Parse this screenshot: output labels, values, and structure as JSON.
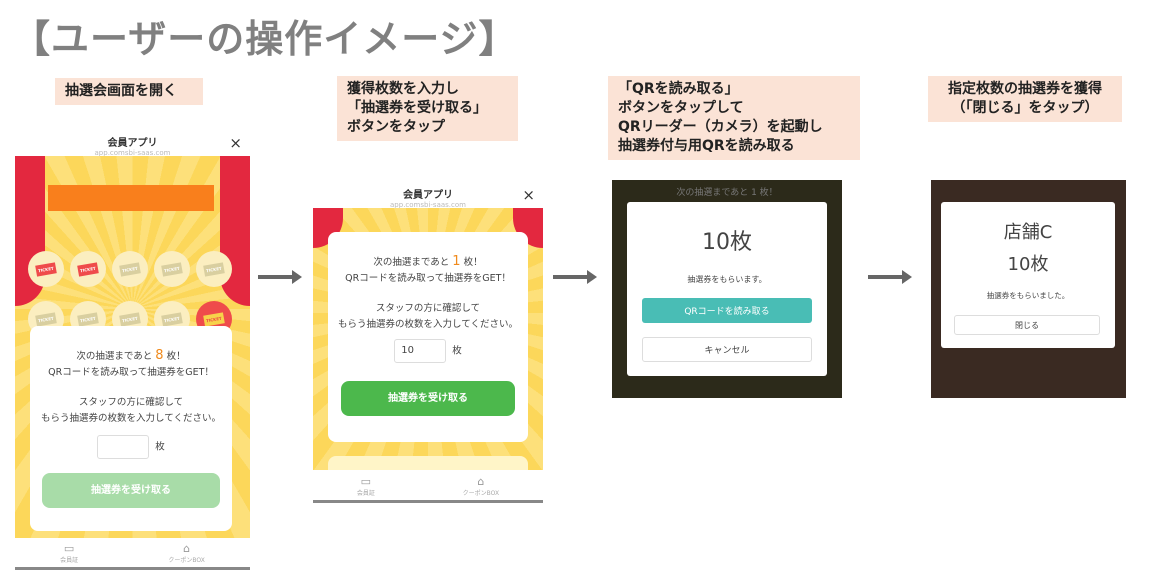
{
  "title": "【ユーザーの操作イメージ】",
  "steps": [
    {
      "label_lines": [
        "抽選会画面を開く"
      ]
    },
    {
      "label_lines": [
        "獲得枚数を入力し",
        "「抽選券を受け取る」",
        "ボタンをタップ"
      ]
    },
    {
      "label_lines": [
        "「QRを読み取る」",
        "ボタンをタップして",
        "QRリーダー（カメラ）を起動し",
        "抽選券付与用QRを読み取る"
      ]
    },
    {
      "label_lines": [
        "指定枚数の抽選券を獲得",
        "（「閉じる」をタップ）"
      ]
    }
  ],
  "app": {
    "name": "会員アプリ",
    "url": "app.comsbi-saas.com",
    "close": "×",
    "ticket_text": "TICKET",
    "nav": [
      {
        "icon": "member-card-icon",
        "label": "会員証"
      },
      {
        "icon": "coupon-box-icon",
        "label": "クーポンBOX"
      }
    ]
  },
  "screen1": {
    "msg_pre": "次の抽選まであと",
    "count": "8",
    "msg_post": "枚！",
    "line2": "QRコードを読み取って抽選券をGET！",
    "line3": "スタッフの方に確認して",
    "line4": "もらう抽選券の枚数を入力してください。",
    "input_value": "",
    "unit": "枚",
    "button": "抽選券を受け取る"
  },
  "screen2": {
    "msg_pre": "次の抽選まであと",
    "count": "1",
    "msg_post": "枚！",
    "line2": "QRコードを読み取って抽選券をGET！",
    "line3": "スタッフの方に確認して",
    "line4": "もらう抽選券の枚数を入力してください。",
    "input_value": "10",
    "unit": "枚",
    "button": "抽選券を受け取る"
  },
  "screen3": {
    "bg_text": "次の抽選まであと 1 枚！",
    "amount": "10枚",
    "message": "抽選券をもらいます。",
    "qr_button": "QRコードを読み取る",
    "cancel_button": "キャンセル"
  },
  "screen4": {
    "store": "店舗C",
    "amount": "10枚",
    "message": "抽選券をもらいました。",
    "close_button": "閉じる"
  },
  "colors": {
    "label_bg": "#fbe3d6",
    "green": "#4cb84c",
    "teal": "#49bdb5",
    "orange": "#f08a1c"
  }
}
